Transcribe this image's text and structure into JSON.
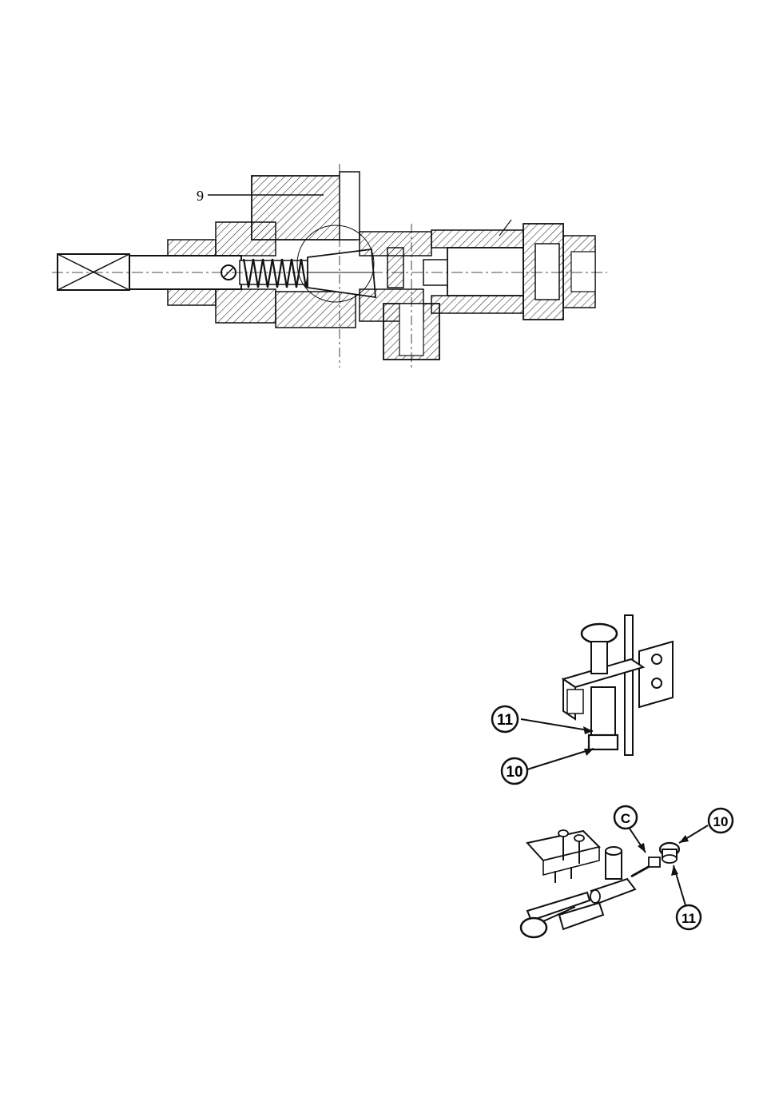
{
  "valve_diagram": {
    "callouts": [
      {
        "id": "callout-9",
        "label": "9"
      }
    ]
  },
  "pilot_upper": {
    "callouts": [
      {
        "id": "callout-11-upper",
        "label": "11"
      },
      {
        "id": "callout-10-upper",
        "label": "10"
      }
    ]
  },
  "pilot_lower": {
    "callouts": [
      {
        "id": "callout-c",
        "label": "C"
      },
      {
        "id": "callout-10-lower",
        "label": "10"
      },
      {
        "id": "callout-11-lower",
        "label": "11"
      }
    ]
  }
}
